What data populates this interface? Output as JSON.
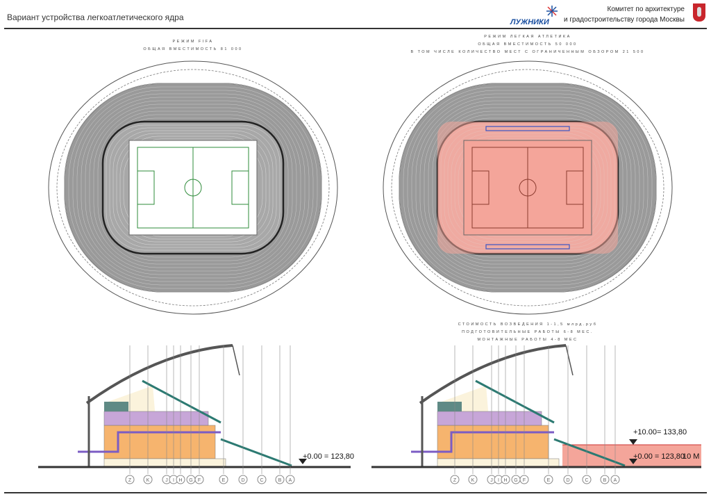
{
  "header": {
    "title": "Вариант устройства легкоатлетического ядра",
    "logo_text": "ЛУЖНИКИ",
    "committee_line1": "Комитет по архитектуре",
    "committee_line2": "и градостроительству города Москвы"
  },
  "plans": [
    {
      "mode": "РЕЖИМ FIFA",
      "capacity": "ОБЩАЯ ВМЕСТИМОСТЬ 81 000",
      "field_color": "#ffffff",
      "highlight": false
    },
    {
      "mode": "РЕЖИМ ЛЕГКАЯ АТЛЕТИКА",
      "capacity": "ОБЩАЯ ВМЕСТИМОСТЬ 50 000",
      "limited_view": "В ТОМ ЧИСЛЕ КОЛИЧЕСТВО МЕСТ С ОГРАНИЧЕННЫМ ОБЗОРОМ 21 500",
      "field_color": "#f4a59a",
      "highlight": true
    }
  ],
  "cost_notes": {
    "cost": "СТОИМОСТЬ ВОЗВЕДЕНИЯ 1-1,5 млрд.руб",
    "preparation": "ПОДГОТОВИТЕЛЬНЫЕ РАБОТЫ 6-8 МЕС.",
    "assembly": "МОНТАЖНЫЕ РАБОТЫ 4-8 МЕС"
  },
  "sections": [
    {
      "axes": [
        "Z",
        "K",
        "J",
        "I",
        "H",
        "G",
        "F",
        "E",
        "D",
        "C",
        "B",
        "A"
      ],
      "elevation_zero": "+0.00 = 123,80"
    },
    {
      "axes": [
        "Z",
        "K",
        "J",
        "I",
        "H",
        "G",
        "F",
        "E",
        "D",
        "C",
        "B",
        "A"
      ],
      "elevation_zero": "+0.00  = 123,80",
      "elevation_top": "+10.00= 133,80",
      "height_label": "10 М"
    }
  ],
  "colors": {
    "seats": "#9a9a9a",
    "field_line": "#2e8b3a",
    "pink": "#f4a59a",
    "orange": "#f6b46e",
    "purple": "#c7a6d8",
    "teal": "#5f8a85",
    "cream": "#fbf3dc",
    "arrow": "#7b5cc4"
  }
}
